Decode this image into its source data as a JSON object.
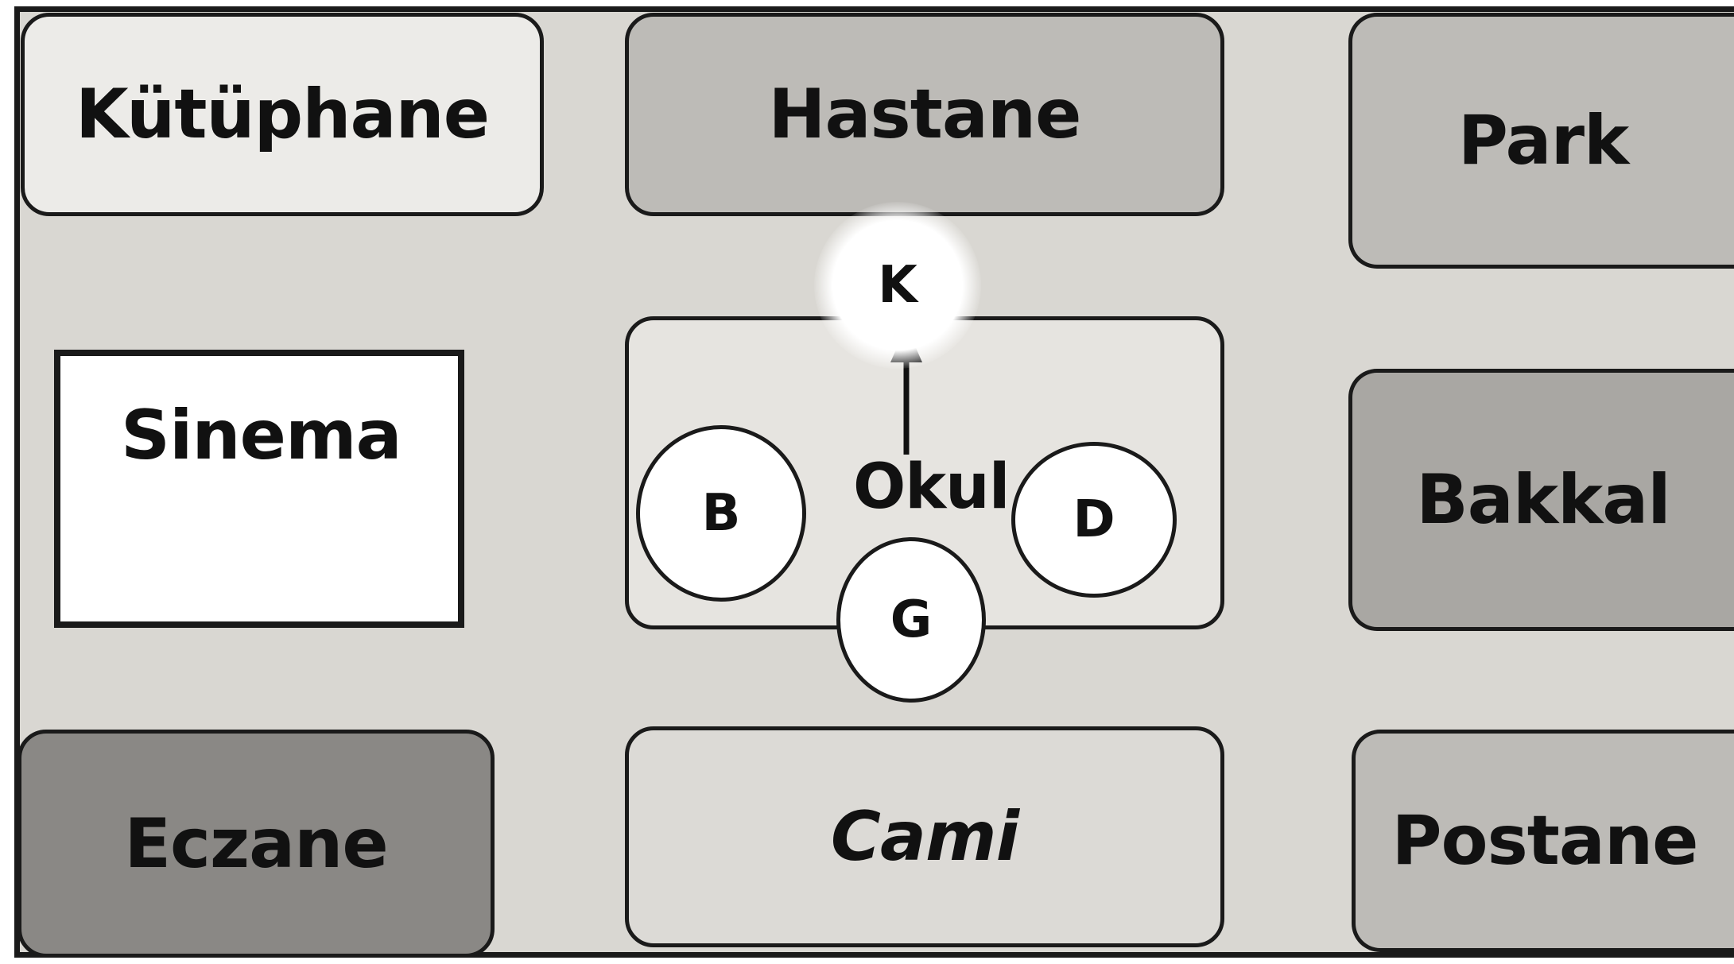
{
  "colors": {
    "background": "#d9d7d2",
    "light": "#ecebe8",
    "medium": "#bdbbb7",
    "dark": "#8a8885",
    "white": "#ffffff",
    "ink": "#1a1a1a"
  },
  "buildings": {
    "kutuphane": "Kütüphane",
    "hastane": "Hastane",
    "park": "Park",
    "sinema": "Sinema",
    "okul": "Okul",
    "bakkal": "Bakkal",
    "eczane": "Eczane",
    "cami": "Cami",
    "postane": "Postane"
  },
  "points": {
    "k": "K",
    "b": "B",
    "d": "D",
    "g": "G"
  }
}
